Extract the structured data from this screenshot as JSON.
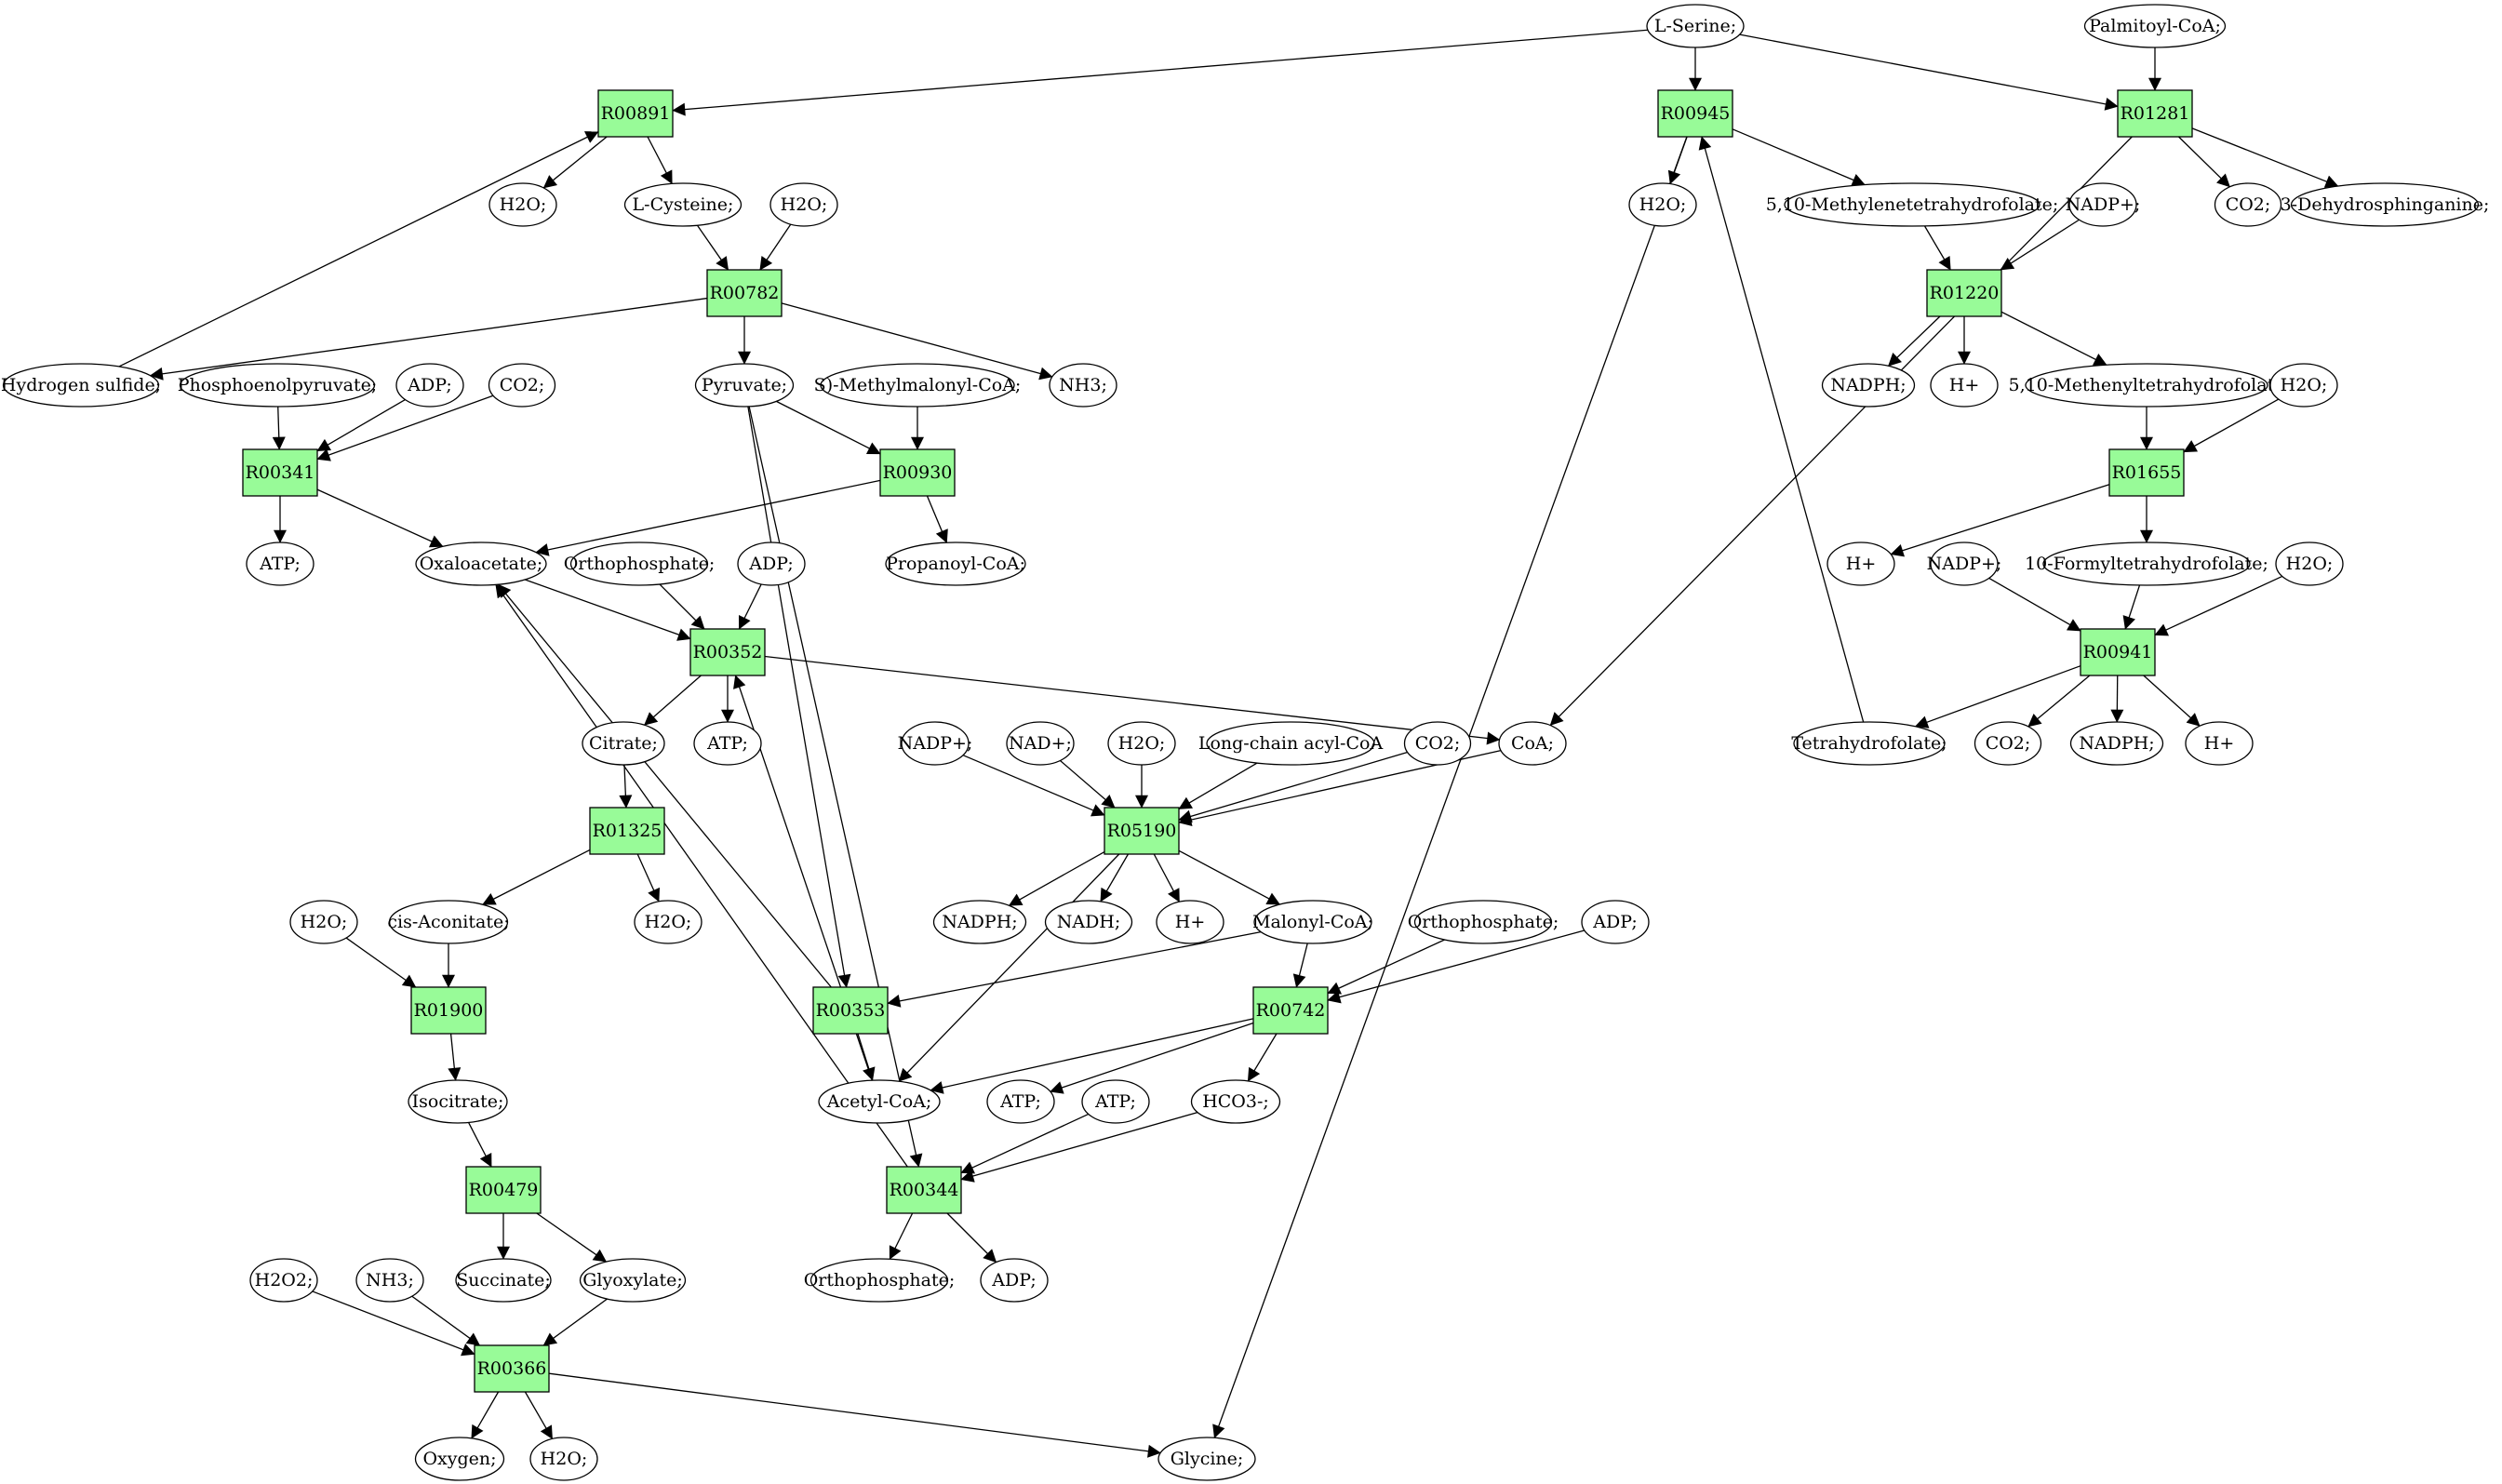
{
  "colors": {
    "reaction": "#98fb98",
    "source": "#00ff00",
    "target": "#ffff00",
    "compound": "#ffffff"
  },
  "reactions": [
    {
      "id": "R00891",
      "label": "R00891"
    },
    {
      "id": "R00945",
      "label": "R00945"
    },
    {
      "id": "R01281",
      "label": "R01281"
    },
    {
      "id": "R00782",
      "label": "R00782"
    },
    {
      "id": "R01220",
      "label": "R01220"
    },
    {
      "id": "R00341",
      "label": "R00341"
    },
    {
      "id": "R00930",
      "label": "R00930"
    },
    {
      "id": "R01655",
      "label": "R01655"
    },
    {
      "id": "R00352",
      "label": "R00352"
    },
    {
      "id": "R00941",
      "label": "R00941"
    },
    {
      "id": "R01325",
      "label": "R01325"
    },
    {
      "id": "R05190",
      "label": "R05190"
    },
    {
      "id": "R01900",
      "label": "R01900"
    },
    {
      "id": "R00353",
      "label": "R00353"
    },
    {
      "id": "R00742",
      "label": "R00742"
    },
    {
      "id": "R00479",
      "label": "R00479"
    },
    {
      "id": "R00344",
      "label": "R00344"
    },
    {
      "id": "R00366",
      "label": "R00366"
    }
  ],
  "compounds": [
    {
      "id": "serine",
      "label": "L-Serine;",
      "role": "source"
    },
    {
      "id": "palmitoyl",
      "label": "Palmitoyl-CoA;"
    },
    {
      "id": "h2o_1",
      "label": "H2O;"
    },
    {
      "id": "cysteine",
      "label": "L-Cysteine;"
    },
    {
      "id": "h2o_2",
      "label": "H2O;"
    },
    {
      "id": "h2o_3",
      "label": "H2O;"
    },
    {
      "id": "methylene_thf",
      "label": "5,10-Methylenetetrahydrofolate;"
    },
    {
      "id": "nadp_1",
      "label": "NADP+;"
    },
    {
      "id": "co2_1",
      "label": "CO2;"
    },
    {
      "id": "dehydrosph",
      "label": "3-Dehydrosphinganine;"
    },
    {
      "id": "h2s",
      "label": "Hydrogen sulfide;"
    },
    {
      "id": "pep",
      "label": "Phosphoenolpyruvate;"
    },
    {
      "id": "adp_1",
      "label": "ADP;"
    },
    {
      "id": "co2_2",
      "label": "CO2;"
    },
    {
      "id": "pyruvate",
      "label": "Pyruvate;"
    },
    {
      "id": "methylmalonyl",
      "label": "S)-Methylmalonyl-CoA;"
    },
    {
      "id": "nh3_1",
      "label": "NH3;"
    },
    {
      "id": "nadph_1",
      "label": "NADPH;"
    },
    {
      "id": "hplus_1",
      "label": "H+"
    },
    {
      "id": "methenyl_thf",
      "label": "5,10-Methenyltetrahydrofolate"
    },
    {
      "id": "h2o_4",
      "label": "H2O;"
    },
    {
      "id": "atp_1",
      "label": "ATP;"
    },
    {
      "id": "oxaloacetate",
      "label": "Oxaloacetate;"
    },
    {
      "id": "orthophos_1",
      "label": "Orthophosphate;"
    },
    {
      "id": "adp_2",
      "label": "ADP;"
    },
    {
      "id": "propanoyl",
      "label": "Propanoyl-CoA;"
    },
    {
      "id": "hplus_2",
      "label": "H+"
    },
    {
      "id": "nadp_2",
      "label": "NADP+;"
    },
    {
      "id": "formyl_thf",
      "label": "10-Formyltetrahydrofolate;"
    },
    {
      "id": "h2o_5",
      "label": "H2O;"
    },
    {
      "id": "citrate",
      "label": "Citrate;"
    },
    {
      "id": "atp_2",
      "label": "ATP;"
    },
    {
      "id": "nadp_3",
      "label": "NADP+;"
    },
    {
      "id": "nad",
      "label": "NAD+;"
    },
    {
      "id": "h2o_6",
      "label": "H2O;"
    },
    {
      "id": "lcacyl",
      "label": "Long-chain acyl-CoA"
    },
    {
      "id": "co2_3",
      "label": "CO2;"
    },
    {
      "id": "coa",
      "label": "CoA;"
    },
    {
      "id": "thf",
      "label": "Tetrahydrofolate;"
    },
    {
      "id": "co2_4",
      "label": "CO2;"
    },
    {
      "id": "nadph_2",
      "label": "NADPH;"
    },
    {
      "id": "hplus_3",
      "label": "H+"
    },
    {
      "id": "h2o_7",
      "label": "H2O;"
    },
    {
      "id": "cisaconitate",
      "label": "cis-Aconitate;"
    },
    {
      "id": "h2o_8",
      "label": "H2O;"
    },
    {
      "id": "nadph_3",
      "label": "NADPH;"
    },
    {
      "id": "nadh",
      "label": "NADH;"
    },
    {
      "id": "hplus_4",
      "label": "H+"
    },
    {
      "id": "malonyl",
      "label": "Malonyl-CoA;"
    },
    {
      "id": "orthophos_2",
      "label": "Orthophosphate;"
    },
    {
      "id": "adp_3",
      "label": "ADP;"
    },
    {
      "id": "isocitrate",
      "label": "Isocitrate;"
    },
    {
      "id": "acetylcoa",
      "label": "Acetyl-CoA;"
    },
    {
      "id": "atp_3",
      "label": "ATP;"
    },
    {
      "id": "atp_4",
      "label": "ATP;"
    },
    {
      "id": "hco3",
      "label": "HCO3-;"
    },
    {
      "id": "h2o2",
      "label": "H2O2;"
    },
    {
      "id": "nh3_2",
      "label": "NH3;"
    },
    {
      "id": "succinate",
      "label": "Succinate;"
    },
    {
      "id": "glyoxylate",
      "label": "Glyoxylate;"
    },
    {
      "id": "orthophos_3",
      "label": "Orthophosphate;"
    },
    {
      "id": "adp_4",
      "label": "ADP;"
    },
    {
      "id": "oxygen",
      "label": "Oxygen;"
    },
    {
      "id": "h2o_9",
      "label": "H2O;"
    },
    {
      "id": "glycine",
      "label": "Glycine;",
      "role": "target"
    }
  ],
  "edges": [
    [
      "serine",
      "R00891"
    ],
    [
      "serine",
      "R00945"
    ],
    [
      "serine",
      "R01281"
    ],
    [
      "palmitoyl",
      "R01281"
    ],
    [
      "R00891",
      "h2o_1"
    ],
    [
      "R00891",
      "cysteine"
    ],
    [
      "h2s",
      "R00891"
    ],
    [
      "R00945",
      "h2o_3"
    ],
    [
      "R00945",
      "methylene_thf"
    ],
    [
      "R00945",
      "glycine"
    ],
    [
      "thf",
      "R00945"
    ],
    [
      "R01281",
      "co2_1"
    ],
    [
      "R01281",
      "dehydrosph"
    ],
    [
      "R01281",
      "coa"
    ],
    [
      "cysteine",
      "R00782"
    ],
    [
      "h2o_2",
      "R00782"
    ],
    [
      "R00782",
      "h2s"
    ],
    [
      "R00782",
      "pyruvate"
    ],
    [
      "R00782",
      "nh3_1"
    ],
    [
      "methylene_thf",
      "R01220"
    ],
    [
      "nadp_1",
      "R01220"
    ],
    [
      "R01220",
      "nadph_1"
    ],
    [
      "R01220",
      "hplus_1"
    ],
    [
      "R01220",
      "methenyl_thf"
    ],
    [
      "pep",
      "R00341"
    ],
    [
      "adp_1",
      "R00341"
    ],
    [
      "co2_2",
      "R00341"
    ],
    [
      "R00341",
      "atp_1"
    ],
    [
      "R00341",
      "oxaloacetate"
    ],
    [
      "pyruvate",
      "R00930"
    ],
    [
      "methylmalonyl",
      "R00930"
    ],
    [
      "R00930",
      "oxaloacetate"
    ],
    [
      "R00930",
      "propanoyl"
    ],
    [
      "pyruvate",
      "R00353"
    ],
    [
      "pyruvate",
      "R00344"
    ],
    [
      "methenyl_thf",
      "R01655"
    ],
    [
      "h2o_4",
      "R01655"
    ],
    [
      "R01655",
      "hplus_2"
    ],
    [
      "R01655",
      "formyl_thf"
    ],
    [
      "formyl_thf",
      "R00941"
    ],
    [
      "nadp_2",
      "R00941"
    ],
    [
      "h2o_5",
      "R00941"
    ],
    [
      "R00941",
      "thf"
    ],
    [
      "R00941",
      "co2_4"
    ],
    [
      "R00941",
      "nadph_2"
    ],
    [
      "R00941",
      "hplus_3"
    ],
    [
      "oxaloacetate",
      "R00352"
    ],
    [
      "orthophos_1",
      "R00352"
    ],
    [
      "adp_2",
      "R00352"
    ],
    [
      "R00352",
      "citrate"
    ],
    [
      "R00352",
      "atp_2"
    ],
    [
      "R00352",
      "coa"
    ],
    [
      "citrate",
      "R01325"
    ],
    [
      "R01325",
      "cisaconitate"
    ],
    [
      "R01325",
      "h2o_7"
    ],
    [
      "nadp_3",
      "R05190"
    ],
    [
      "nad",
      "R05190"
    ],
    [
      "h2o_6",
      "R05190"
    ],
    [
      "lcacyl",
      "R05190"
    ],
    [
      "co2_3",
      "R05190"
    ],
    [
      "coa",
      "R05190"
    ],
    [
      "R05190",
      "nadph_3"
    ],
    [
      "R05190",
      "nadh"
    ],
    [
      "R05190",
      "hplus_4"
    ],
    [
      "R05190",
      "malonyl"
    ],
    [
      "R05190",
      "acetylcoa"
    ],
    [
      "cisaconitate",
      "R01900"
    ],
    [
      "h2o_8",
      "R01900"
    ],
    [
      "R01900",
      "isocitrate"
    ],
    [
      "malonyl",
      "R00353"
    ],
    [
      "R00353",
      "oxaloacetate"
    ],
    [
      "R00353",
      "acetylcoa"
    ],
    [
      "malonyl",
      "R00742"
    ],
    [
      "orthophos_2",
      "R00742"
    ],
    [
      "adp_3",
      "R00742"
    ],
    [
      "R00742",
      "acetylcoa"
    ],
    [
      "R00742",
      "atp_3"
    ],
    [
      "R00742",
      "hco3"
    ],
    [
      "acetylcoa",
      "R00352"
    ],
    [
      "isocitrate",
      "R00479"
    ],
    [
      "R00479",
      "succinate"
    ],
    [
      "R00479",
      "glyoxylate"
    ],
    [
      "atp_4",
      "R00344"
    ],
    [
      "hco3",
      "R00344"
    ],
    [
      "R00344",
      "oxaloacetate"
    ],
    [
      "R00344",
      "orthophos_3"
    ],
    [
      "R00344",
      "adp_4"
    ],
    [
      "h2o2",
      "R00366"
    ],
    [
      "nh3_2",
      "R00366"
    ],
    [
      "glyoxylate",
      "R00366"
    ],
    [
      "R00366",
      "oxygen"
    ],
    [
      "R00366",
      "h2o_9"
    ],
    [
      "R00366",
      "glycine"
    ]
  ]
}
